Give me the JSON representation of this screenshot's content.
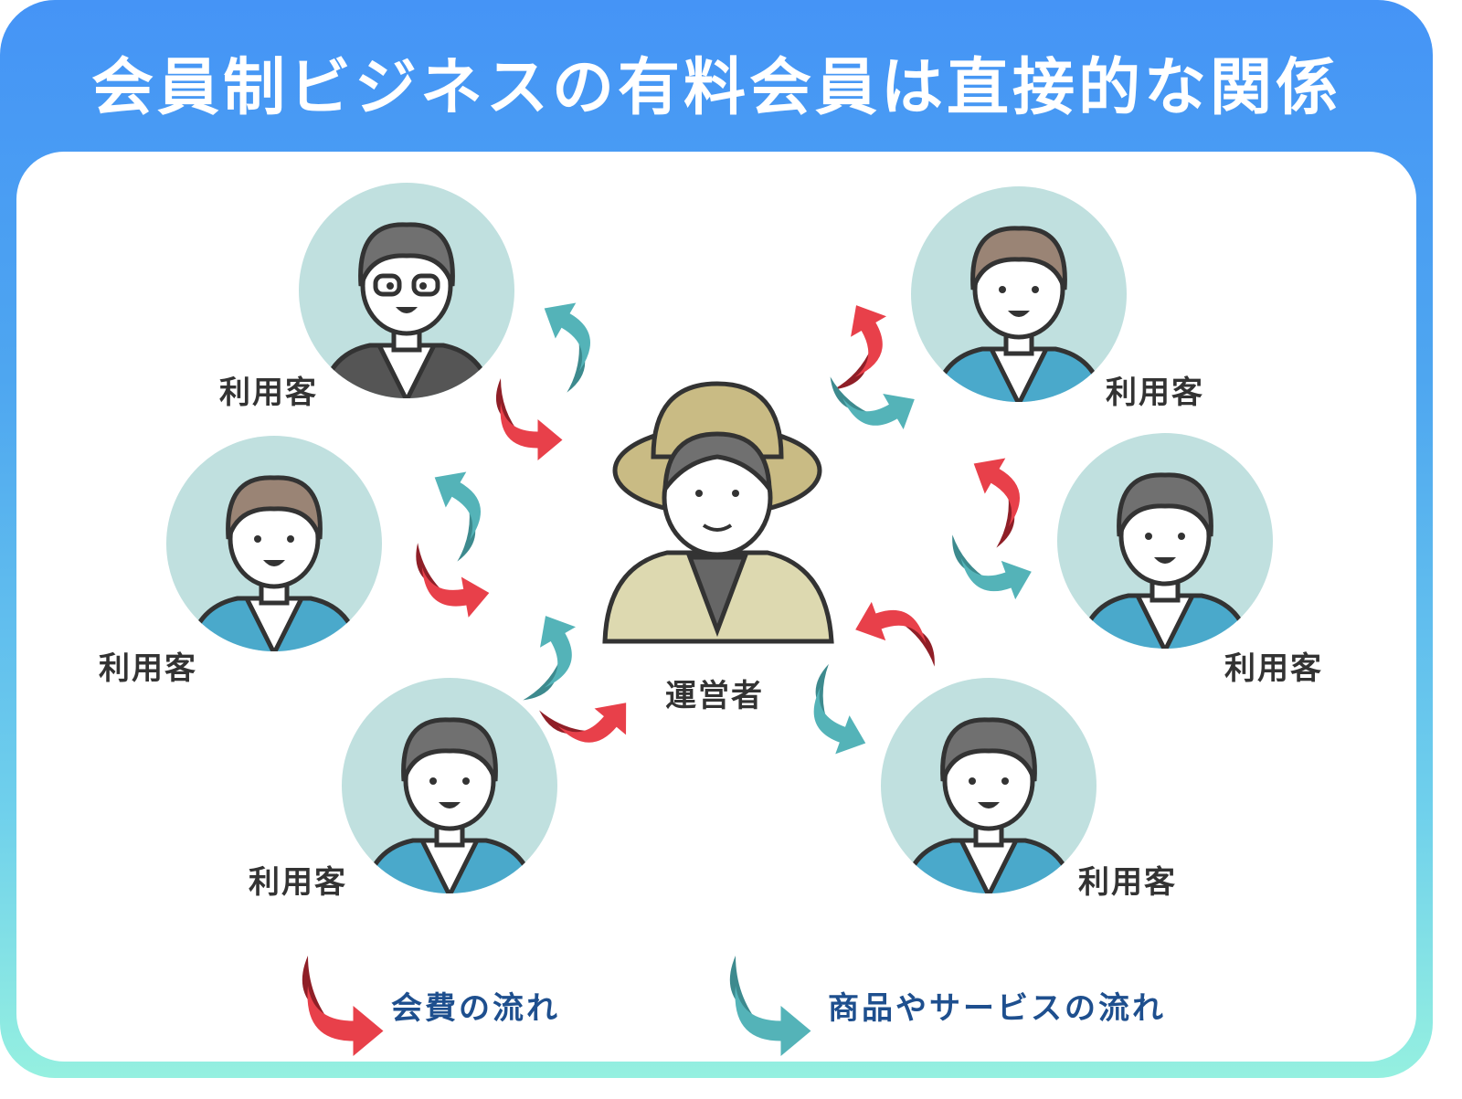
{
  "title": "会員制ビジネスの有料会員は直接的な関係",
  "operator_label": "運営者",
  "customer_label": "利用客",
  "legend": [
    {
      "label": "会費の流れ",
      "color": "#e8404a"
    },
    {
      "label": "商品やサービスの流れ",
      "color": "#54b3b8"
    }
  ],
  "colors": {
    "circle": "#c0e0df",
    "hat": "#c9bb84",
    "hair_gray": "#707070",
    "hair_brown": "#9a8475",
    "jacket": "#4aa9cb"
  }
}
